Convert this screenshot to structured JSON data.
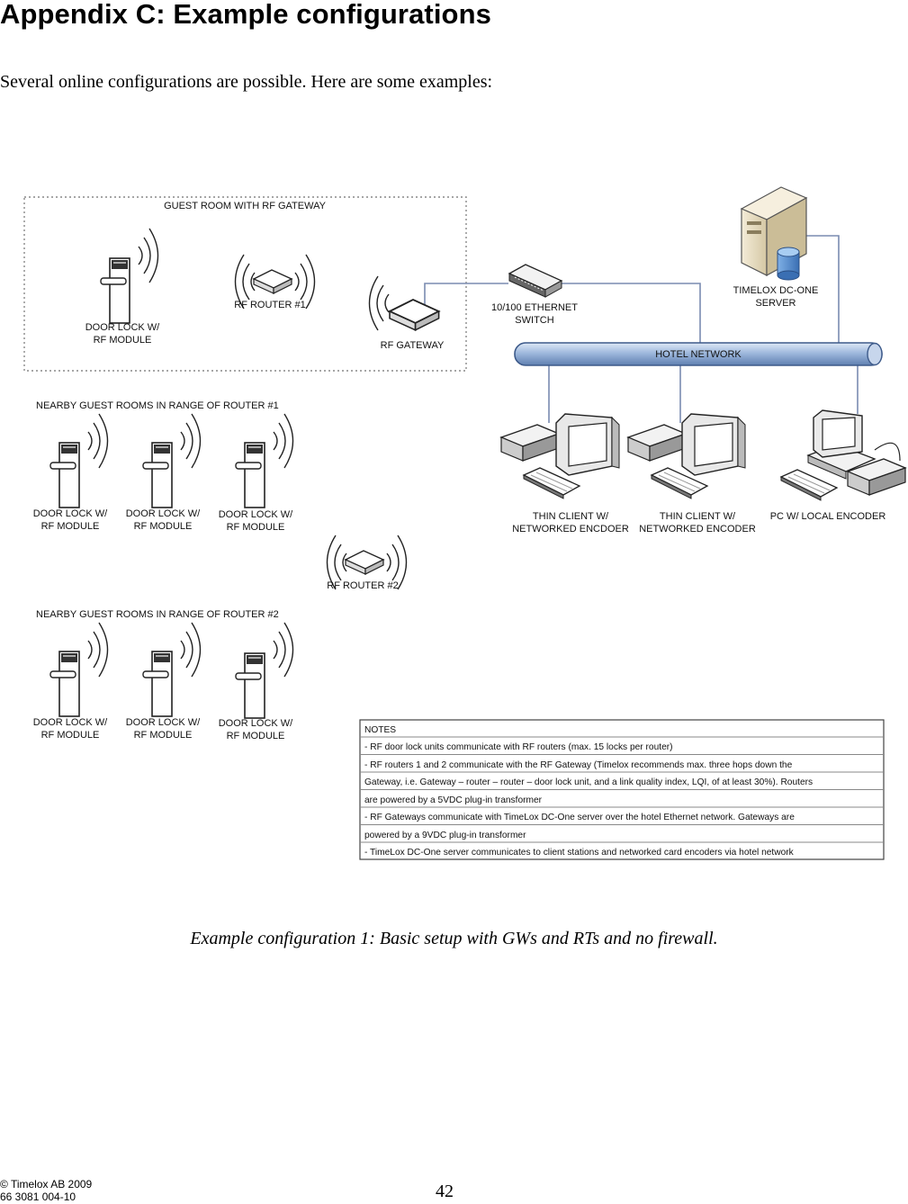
{
  "heading": "Appendix C: Example configurations",
  "intro": "Several online configurations are possible. Here are some examples:",
  "diagram": {
    "guest_room_title": "GUEST ROOM WITH RF GATEWAY",
    "door_lock_label_l1": "DOOR LOCK W/",
    "door_lock_label_l2": "RF MODULE",
    "router1_label": "RF ROUTER #1",
    "router2_label": "RF ROUTER #2",
    "gateway_label": "RF GATEWAY",
    "switch_label_l1": "10/100 ETHERNET",
    "switch_label_l2": "SWITCH",
    "server_label_l1": "TIMELOX DC-ONE",
    "server_label_l2": "SERVER",
    "network_label": "HOTEL NETWORK",
    "nearby1_title": "NEARBY GUEST ROOMS IN RANGE OF ROUTER #1",
    "nearby2_title": "NEARBY GUEST ROOMS IN RANGE OF ROUTER #2",
    "thin1_label_l1": "THIN CLIENT W/",
    "thin1_label_l2": "NETWORKED ENCDOER",
    "thin2_label_l1": "THIN CLIENT W/",
    "thin2_label_l2": "NETWORKED ENCODER",
    "pc_label": "PC W/ LOCAL ENCODER",
    "notes": [
      "NOTES",
      "- RF door lock units communicate with RF routers (max. 15 locks per router)",
      "- RF routers 1 and 2 communicate with the RF Gateway (Timelox recommends max. three hops down the",
      "Gateway, i.e. Gateway – router – router – door lock unit, and a link quality index, LQI, of at least 30%). Routers",
      "are powered by a 5VDC plug-in transformer",
      "- RF Gateways communicate with TimeLox DC-One server over the hotel Ethernet network. Gateways are",
      "powered by a 9VDC plug-in transformer",
      "- TimeLox DC-One server communicates to client stations and networked card encoders via hotel network"
    ]
  },
  "caption": "Example configuration 1: Basic setup with GWs and RTs and no firewall.",
  "footer": {
    "copyright": "© Timelox AB 2009",
    "doc_number": "66 3081 004-10",
    "page_number": "42"
  }
}
